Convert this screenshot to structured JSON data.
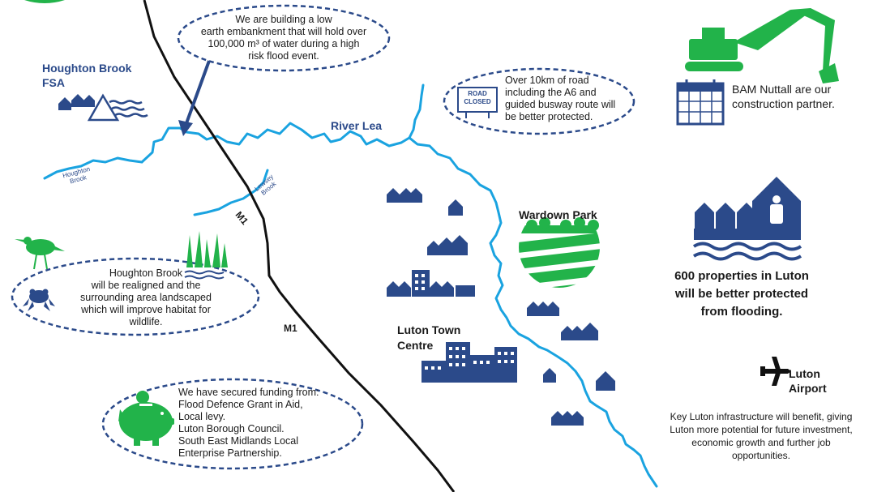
{
  "notes": {
    "embankment": [
      "We are building a low",
      "earth embankment that will hold over",
      "100,000 m³ of water during a high",
      "risk flood event."
    ],
    "road": [
      "Over 10km of road",
      "including the A6 and",
      "guided busway route will",
      "be better protected."
    ],
    "realign": [
      "Houghton Brook",
      "will be realigned and the",
      "surrounding area landscaped",
      "which will improve habitat  for",
      "wildlife."
    ],
    "funding": [
      "We have secured funding from:",
      "Flood Defence Grant in Aid,",
      "Local levy.",
      "Luton Borough Council.",
      "South East Midlands Local",
      "Enterprise Partnership."
    ],
    "bam": [
      "BAM Nuttall are our",
      "construction partner."
    ],
    "properties": [
      "600 properties in Luton",
      "will be better protected",
      "from flooding."
    ],
    "infrastructure": [
      "Key Luton infrastructure will benefit, giving",
      "Luton more potential for future investment,",
      "economic growth and further job",
      "opportunities."
    ]
  },
  "labels": {
    "houghton_fsa": [
      "Houghton Brook",
      "FSA"
    ],
    "river_lea": "River Lea",
    "houghton_brook_small": [
      "Houghton",
      "Brook"
    ],
    "lewsey_brook": [
      "Lewsey",
      "Brook"
    ],
    "m1_upper": "M1",
    "m1_lower": "M1",
    "wardown_park": "Wardown Park",
    "luton_town_centre": [
      "Luton Town",
      "Centre"
    ],
    "luton_airport": [
      "Luton",
      "Airport"
    ],
    "road_closed_sign": [
      "ROAD",
      "CLOSED"
    ]
  },
  "colors": {
    "river": "#1aa3e0",
    "navy": "#2b4a8a",
    "green": "#22b34a",
    "road": "#111111",
    "ellipse": "#2b4a8a"
  },
  "icons": [
    "houses-icon",
    "dam-icon",
    "road-closed-sign-icon",
    "excavator-icon",
    "calendar-icon",
    "flood-house-icon",
    "bird-icon",
    "frog-icon",
    "reeds-icon",
    "piggy-bank-icon",
    "park-icon",
    "airplane-icon",
    "city-buildings-icon"
  ]
}
